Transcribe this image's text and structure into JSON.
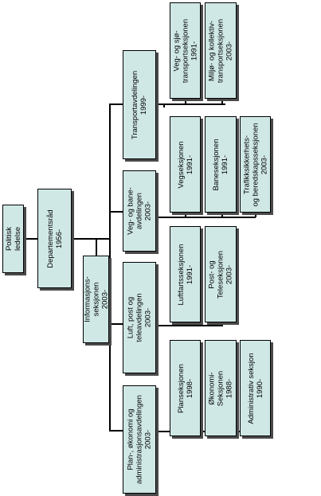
{
  "nodes": {
    "politisk_ledelse": [
      "Politisk",
      "ledelse"
    ],
    "departementsrad": [
      "Departementsråd",
      "1956-"
    ],
    "informasjonsseksjonen": [
      "Informasjons-",
      "seksjonen",
      "2003-"
    ],
    "transportavdelingen": [
      "Transportavdelingen",
      "1999-"
    ],
    "veg_sjotransport": [
      "Veg- og sjø-",
      "transportseksjonen",
      "1991-"
    ],
    "miljo_kollektiv": [
      "Miljø- og kollektiv-",
      "transportseksjonen",
      "2003-"
    ],
    "veg_baneavdelingen": [
      "Veg- og bane-",
      "avdelingen",
      "2003-"
    ],
    "vegseksjonen": [
      "Vegseksjonen",
      "1991-"
    ],
    "baneseksjonen": [
      "Baneseksjonen",
      "1991-"
    ],
    "trafikksikkerhet": [
      "Trafikksikkerhets-",
      "og beredskapsseksjonen",
      "2003-"
    ],
    "luft_post_tele": [
      "Luft, post og",
      "teleavdelingen",
      "2003-"
    ],
    "luftfartsseksjonen": [
      "Luftfartsseksjonen",
      "1991-"
    ],
    "post_teleseksjonen": [
      "Post- og",
      "Teleseksjonen",
      "2003-"
    ],
    "plan_okonomi": [
      "Plan-, økonomi og",
      "administrasjonsavdelingen",
      "2003-"
    ],
    "planseksjonen": [
      "Planseksjonen",
      "1998-"
    ],
    "okonomiseksjonen": [
      "Økonomi-",
      "Seksjonen",
      "1988-"
    ],
    "administrativ": [
      "Administrativ seksjon",
      "1990-"
    ]
  }
}
